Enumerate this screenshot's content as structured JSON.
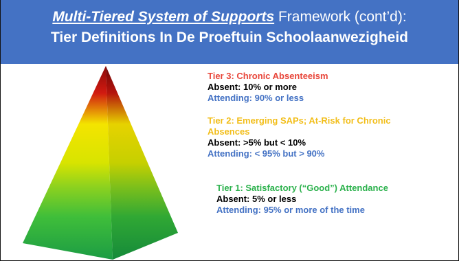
{
  "header": {
    "title_italic": "Multi-Tiered System of Supports",
    "title_rest": " Framework (cont’d):",
    "subtitle": "Tier Definitions In De Proeftuin Schoolaanwezigheid",
    "background": "#4472c4"
  },
  "tiers": {
    "tier3": {
      "title": "Tier 3: Chronic Absenteeism",
      "absent": "Absent: 10% or more",
      "attending": "Attending:  90% or less",
      "color": "#e8463a"
    },
    "tier2": {
      "title": "Tier 2: Emerging SAPs; At-Risk for Chronic Absences",
      "absent": "Absent: >5% but < 10%",
      "attending": "Attending: < 95% but > 90%",
      "color": "#f2be1a"
    },
    "tier1": {
      "title": "Tier 1: Satisfactory (“Good”) Attendance",
      "absent": "Absent: 5% or less",
      "attending": "Attending: 95% or more of the time",
      "color": "#2bb14c"
    }
  },
  "pyramid": {
    "top_color": "#8b0a0a",
    "middle_color": "#f4e400",
    "bottom_color": "#1fa84a"
  }
}
